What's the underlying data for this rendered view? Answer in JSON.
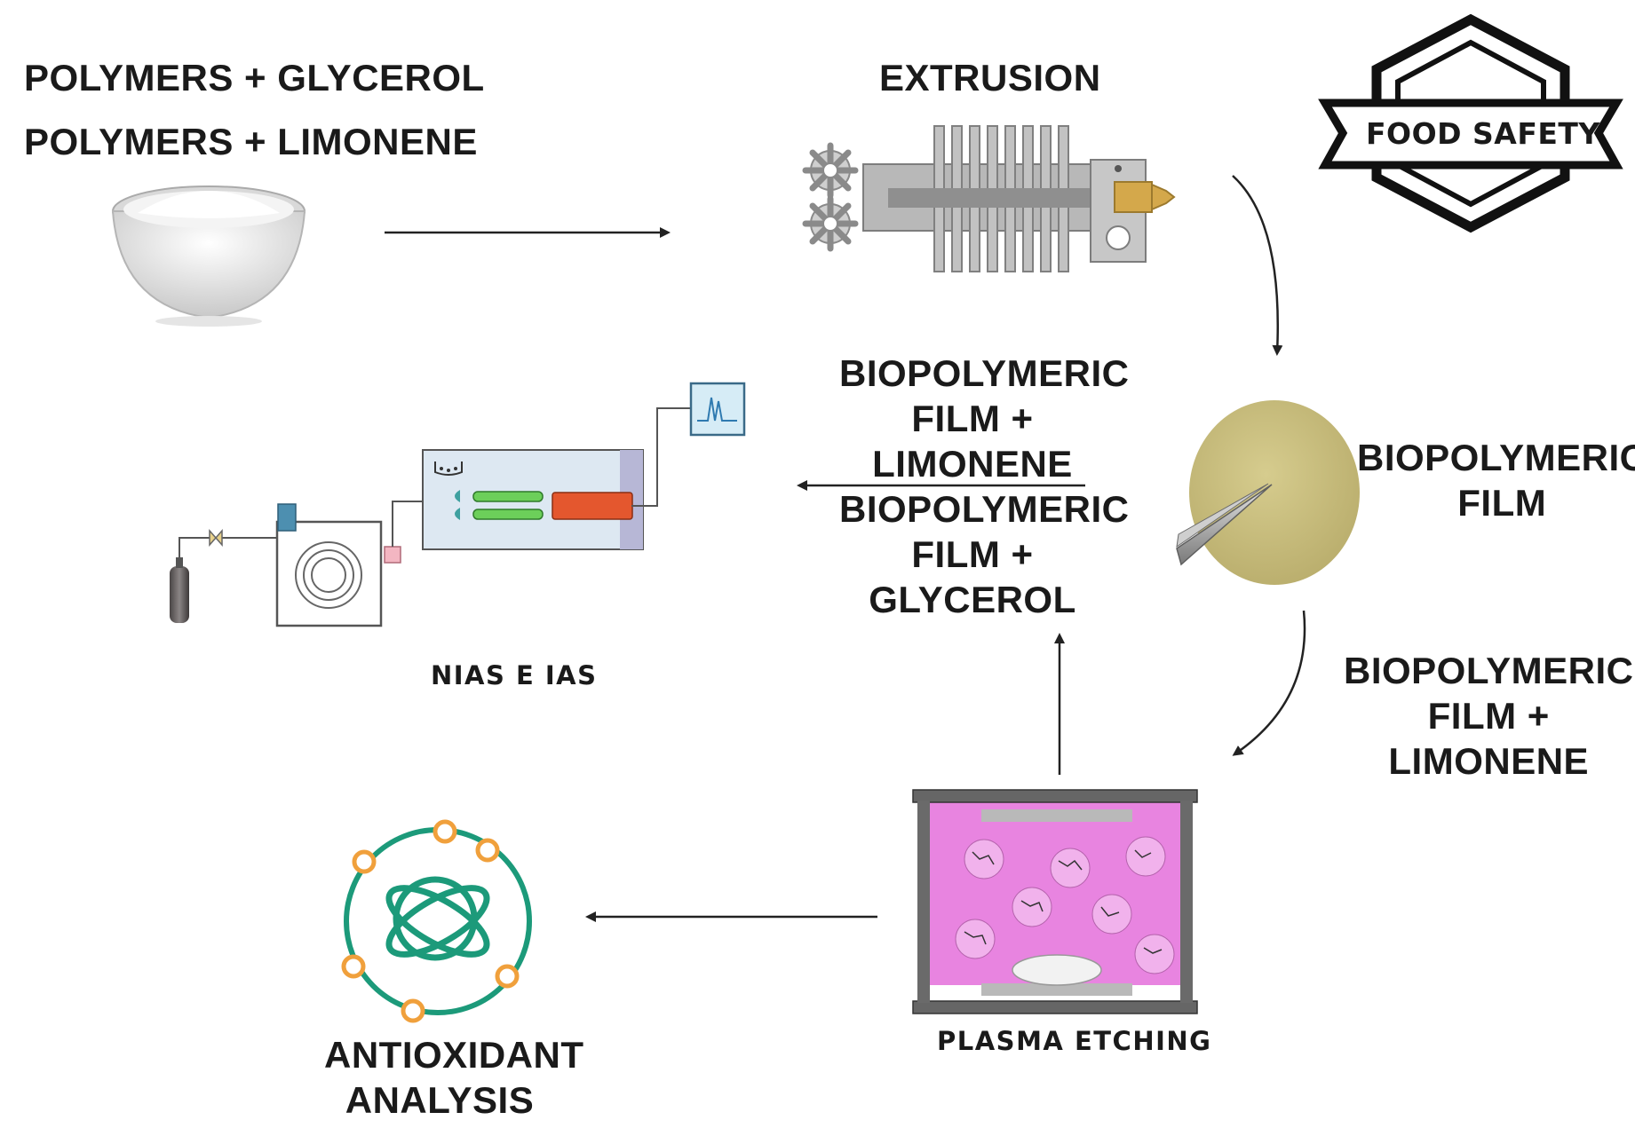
{
  "labels": {
    "polymers_glycerol": "POLYMERS + GLYCEROL",
    "polymers_limonene": "POLYMERS + LIMONENE",
    "extrusion": "EXTRUSION",
    "food_safety": "FOOD SAFETY",
    "biopolymeric_film": [
      "BIOPOLYMERIC",
      "FILM"
    ],
    "film_limonene_center": [
      "BIOPOLYMERIC",
      "FILM +",
      "LIMONENE"
    ],
    "film_glycerol_center": [
      "BIOPOLYMERIC",
      "FILM +",
      "GLYCEROL"
    ],
    "film_limonene_right": [
      "BIOPOLYMERIC",
      "FILM +",
      "LIMONENE"
    ],
    "nias_ias": "NIAS E IAS",
    "plasma_etching": "PLASMA ETCHING",
    "antioxidant": [
      "ANTIOXIDANT",
      "ANALYSIS"
    ]
  },
  "icons": {
    "bowl": "powder-bowl-icon",
    "extruder": "extruder-icon",
    "badge": "food-safety-badge-icon",
    "film": "film-disc-icon",
    "gc": "gas-chromatograph-icon",
    "plasma": "plasma-chamber-icon",
    "antioxidant": "antioxidant-molecule-icon"
  },
  "colors": {
    "plasma_pink": "#e884e0",
    "film_khaki": "#c9bd7c",
    "antioxidant_green": "#1c9a7a",
    "antioxidant_orange": "#f0a03c",
    "gc_panel": "#dde8f2",
    "gc_column_green": "#6ccf5a",
    "gc_heater_orange": "#e4572e",
    "nozzle_brass": "#d4a84b"
  }
}
